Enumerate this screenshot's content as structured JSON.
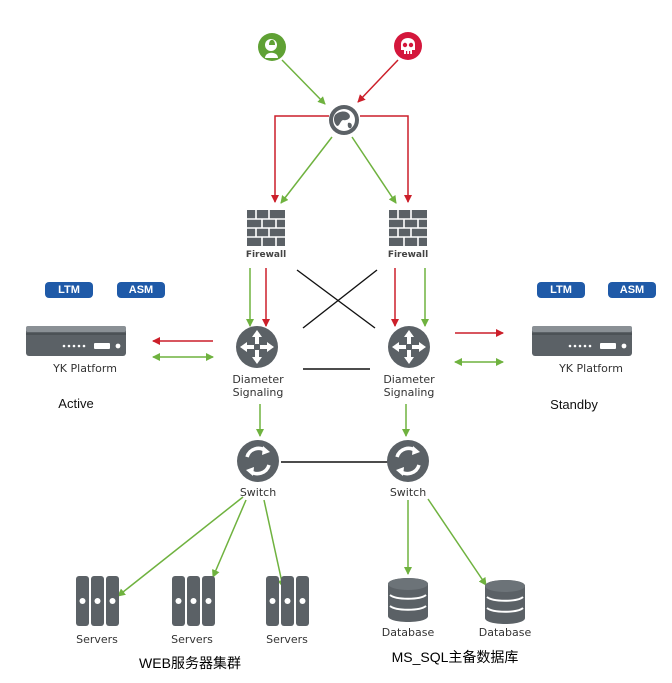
{
  "nodes": {
    "firewall_left": "Firewall",
    "firewall_right": "Firewall",
    "diameter_left": "Diameter\nSignaling",
    "diameter_right": "Diameter\nSignaling",
    "switch_left": "Switch",
    "switch_right": "Switch",
    "platform_left": "YK Platform",
    "platform_right": "YK Platform",
    "state_left": "Active",
    "state_right": "Standby",
    "servers": [
      "Servers",
      "Servers",
      "Servers"
    ],
    "databases": [
      "Database",
      "Database"
    ]
  },
  "badges": {
    "left": [
      "LTM",
      "ASM"
    ],
    "right": [
      "LTM",
      "ASM"
    ]
  },
  "groups": {
    "web": "WEB服务器集群",
    "db": "MS_SQL主备数据库"
  },
  "colors": {
    "legit_traffic": "#6fb23f",
    "attack_traffic": "#cc1f2a",
    "node_gray": "#5b6166",
    "badge_blue": "#1f5aa8",
    "user_green": "#5fa134",
    "attacker_red": "#d4173c"
  },
  "icons": {
    "user": "user-icon",
    "attacker": "skull-icon",
    "internet": "globe-icon",
    "firewall": "firewall-icon",
    "router": "router-icon",
    "switch": "switch-icon",
    "server": "server-icon",
    "database": "database-icon",
    "appliance": "appliance-icon"
  }
}
